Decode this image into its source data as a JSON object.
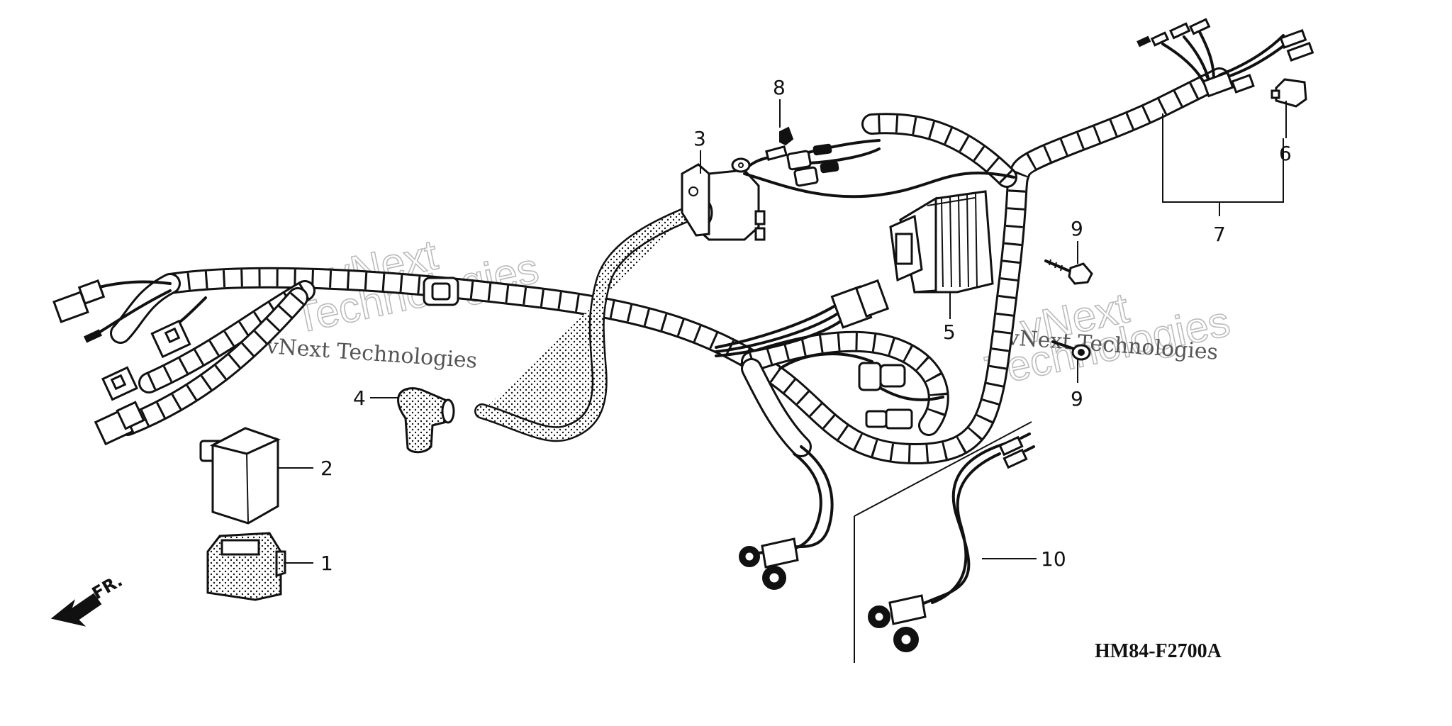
{
  "diagram": {
    "drawing_code": "HM84-F2700A",
    "direction_label": "FR.",
    "callouts": [
      "1",
      "2",
      "3",
      "4",
      "5",
      "6",
      "7",
      "8",
      "9",
      "9",
      "10"
    ],
    "watermark": {
      "line_small": "vNext Technologies",
      "line_large_top": "vNext",
      "line_large_bottom": "Technologies"
    }
  }
}
